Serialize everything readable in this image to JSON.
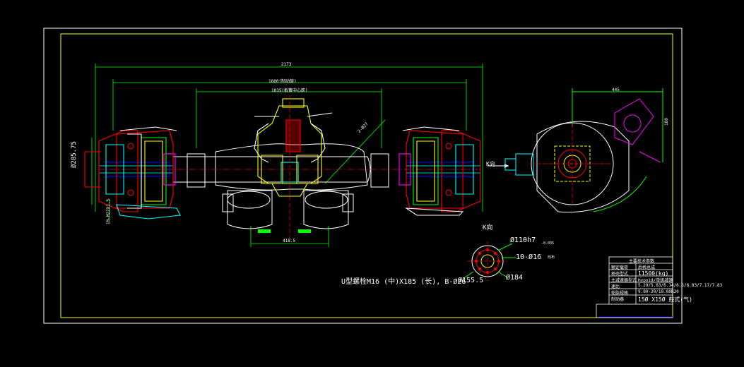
{
  "dimensions": {
    "overall_width": "2173",
    "span_1": "1880(制动鼓)",
    "span_2": "1035(板簧中心距)",
    "hub_diameter": "Ø285.75",
    "left_bolt": "10-M22X1.5",
    "diff_width": "418.5",
    "side_height": "180",
    "side_top": "445",
    "angle_note": "2-Ø27"
  },
  "labels": {
    "k_view": "K向",
    "k_arrow": "K向",
    "u_bolt_note": "U型螺栓M16 (中)X185 (长), B-Ø26",
    "flange_d1": "Ø110h7",
    "flange_d1_tol": "-0.035",
    "flange_holes": "10-Ø16",
    "flange_holes_note": "均布",
    "flange_d2": "Ø155.5",
    "flange_d3": "Ø184"
  },
  "title_block": {
    "header": "主要技术参数",
    "rows": [
      {
        "key": "额定载荷",
        "value": "后桥总成"
      },
      {
        "key": "桥壳型式",
        "value": "11500(kg)"
      },
      {
        "key": "主减速器型式",
        "value": "Hypoid/单级减速"
      },
      {
        "key": "速比",
        "value": "5.29/5.83/6.14/6.5/6.83/7.17/7.83"
      },
      {
        "key": "轮胎规格",
        "value": "9.00-20/10.00R20"
      },
      {
        "key": "制动器",
        "value": "15Ø X15Ø 鼓式(气)"
      }
    ]
  },
  "colors": {
    "frame": "#ffffff",
    "inner_frame": "#ffff00",
    "dimension": "#00ff00",
    "outline": "#ffffff",
    "red": "#ff0000",
    "yellow": "#ffff00",
    "cyan": "#00ffff",
    "blue": "#0000ff",
    "magenta": "#ff00ff",
    "green": "#00ff00"
  }
}
